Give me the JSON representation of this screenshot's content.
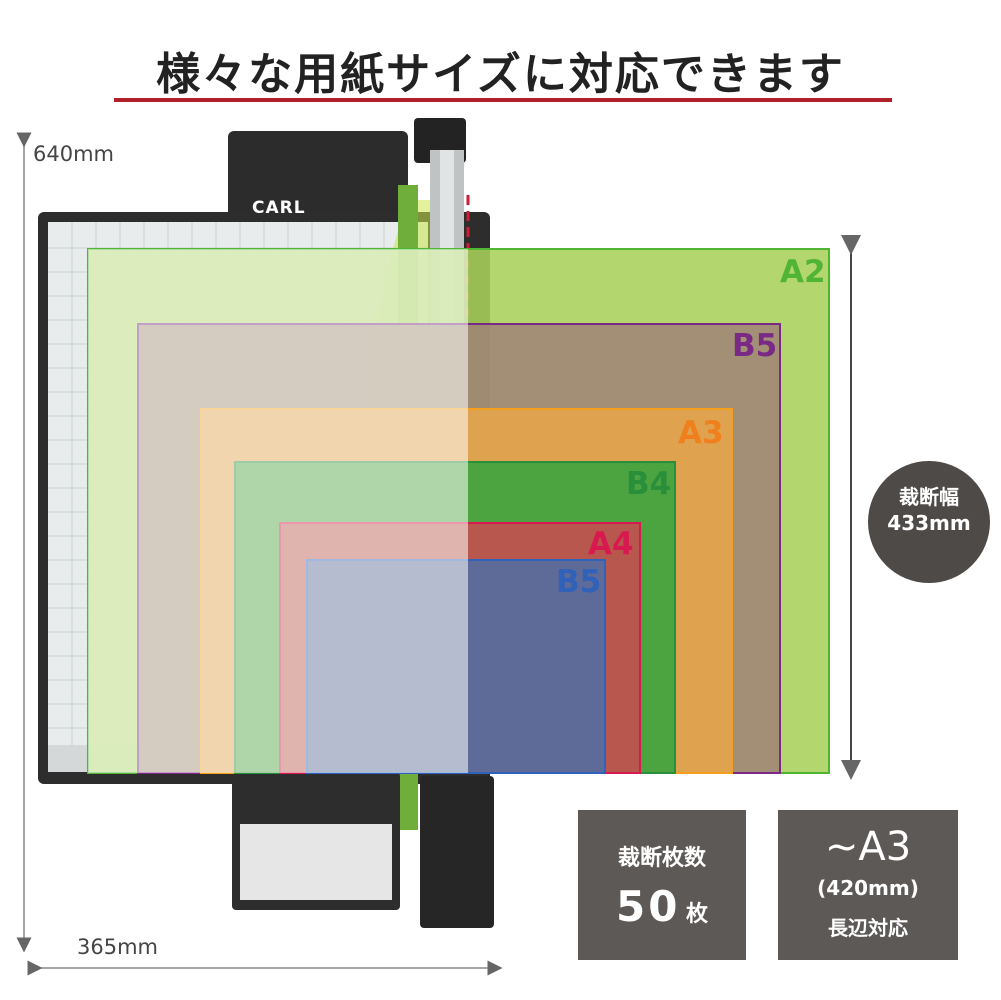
{
  "heading": "様々な用紙サイズに対応できます",
  "colors": {
    "accent_rule": "#b0212b",
    "a2": "#a9d25a",
    "b5_large": "#a08277",
    "a3": "#e7a64a",
    "b4": "#3fa43f",
    "a4": "#c44f4f",
    "b5_small": "#586c9c",
    "info_box": "#5d5957"
  },
  "dimensions": {
    "height_label": "640mm",
    "width_label": "365mm"
  },
  "paper_sizes": [
    {
      "label": "A2",
      "color": "#4fb532"
    },
    {
      "label": "B5",
      "color": "#7a2a86"
    },
    {
      "label": "A3",
      "color": "#f07f1e"
    },
    {
      "label": "B4",
      "color": "#2a8f3a"
    },
    {
      "label": "A4",
      "color": "#d8194f"
    },
    {
      "label": "B5",
      "color": "#2f62b8"
    }
  ],
  "cut_width": {
    "label": "裁断幅",
    "value": "433mm"
  },
  "sheet_capacity": {
    "label": "裁断枚数",
    "value": "50",
    "unit": "枚"
  },
  "max_paper": {
    "size": "~A3",
    "length": "(420mm)",
    "note": "長辺対応"
  },
  "product": {
    "brand": "CARL"
  }
}
